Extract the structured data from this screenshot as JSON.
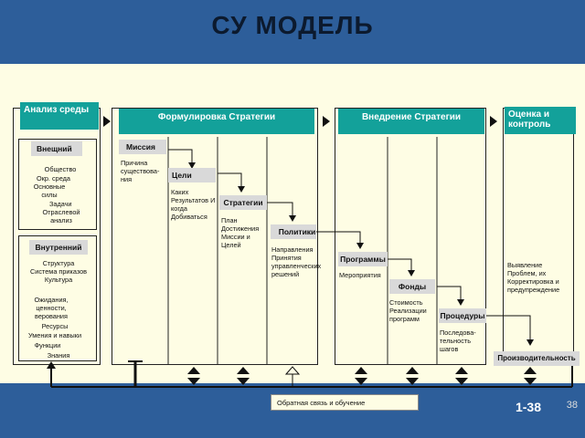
{
  "title": "СУ МОДЕЛЬ",
  "stages": [
    {
      "label": "Анализ среды"
    },
    {
      "label": "Формулировка Стратегии"
    },
    {
      "label": "Внедрение Стратегии"
    },
    {
      "label": "Оценка и контроль"
    }
  ],
  "analysis": {
    "external": {
      "header": "Внещний",
      "items": [
        "Общество",
        "Окр. среда",
        "Основные силы",
        "Задачи",
        "Отраслевой анализ"
      ]
    },
    "internal": {
      "header": "Внутренний",
      "items": [
        "Структура",
        "Система приказов",
        "Культура",
        "Ожидания, ценности, верования",
        "Ресурсы",
        "Умения и навыки",
        "Функции",
        "Знания"
      ]
    }
  },
  "formulation": {
    "mission": {
      "label": "Миссия",
      "text": "Причина существова-ния"
    },
    "goals": {
      "label": "Цели",
      "text": "Каких Результатов И когда Добиваться"
    },
    "strategies": {
      "label": "Стратегии",
      "text": "План Достижения Миссии и Целей"
    },
    "policies": {
      "label": "Политики",
      "text": "Направления Принятия управленческих решений"
    }
  },
  "implementation": {
    "programs": {
      "label": "Программы",
      "text": "Мероприятия"
    },
    "budgets": {
      "label": "Фонды",
      "text": "Стоимость Реализации программ"
    },
    "procedures": {
      "label": "Процедуры",
      "text": "Последова-тельность шагов"
    }
  },
  "evaluation": {
    "text": "Выявление Проблем, их Корректировка и предупреждение",
    "performance": "Производительность"
  },
  "feedback": "Обратная связь и обучение",
  "slide_number": "1-38",
  "page_number": "38",
  "colors": {
    "background": "#2d5e9a",
    "panel": "#fefde4",
    "header": "#13a19a",
    "label": "#d9d9d9"
  }
}
